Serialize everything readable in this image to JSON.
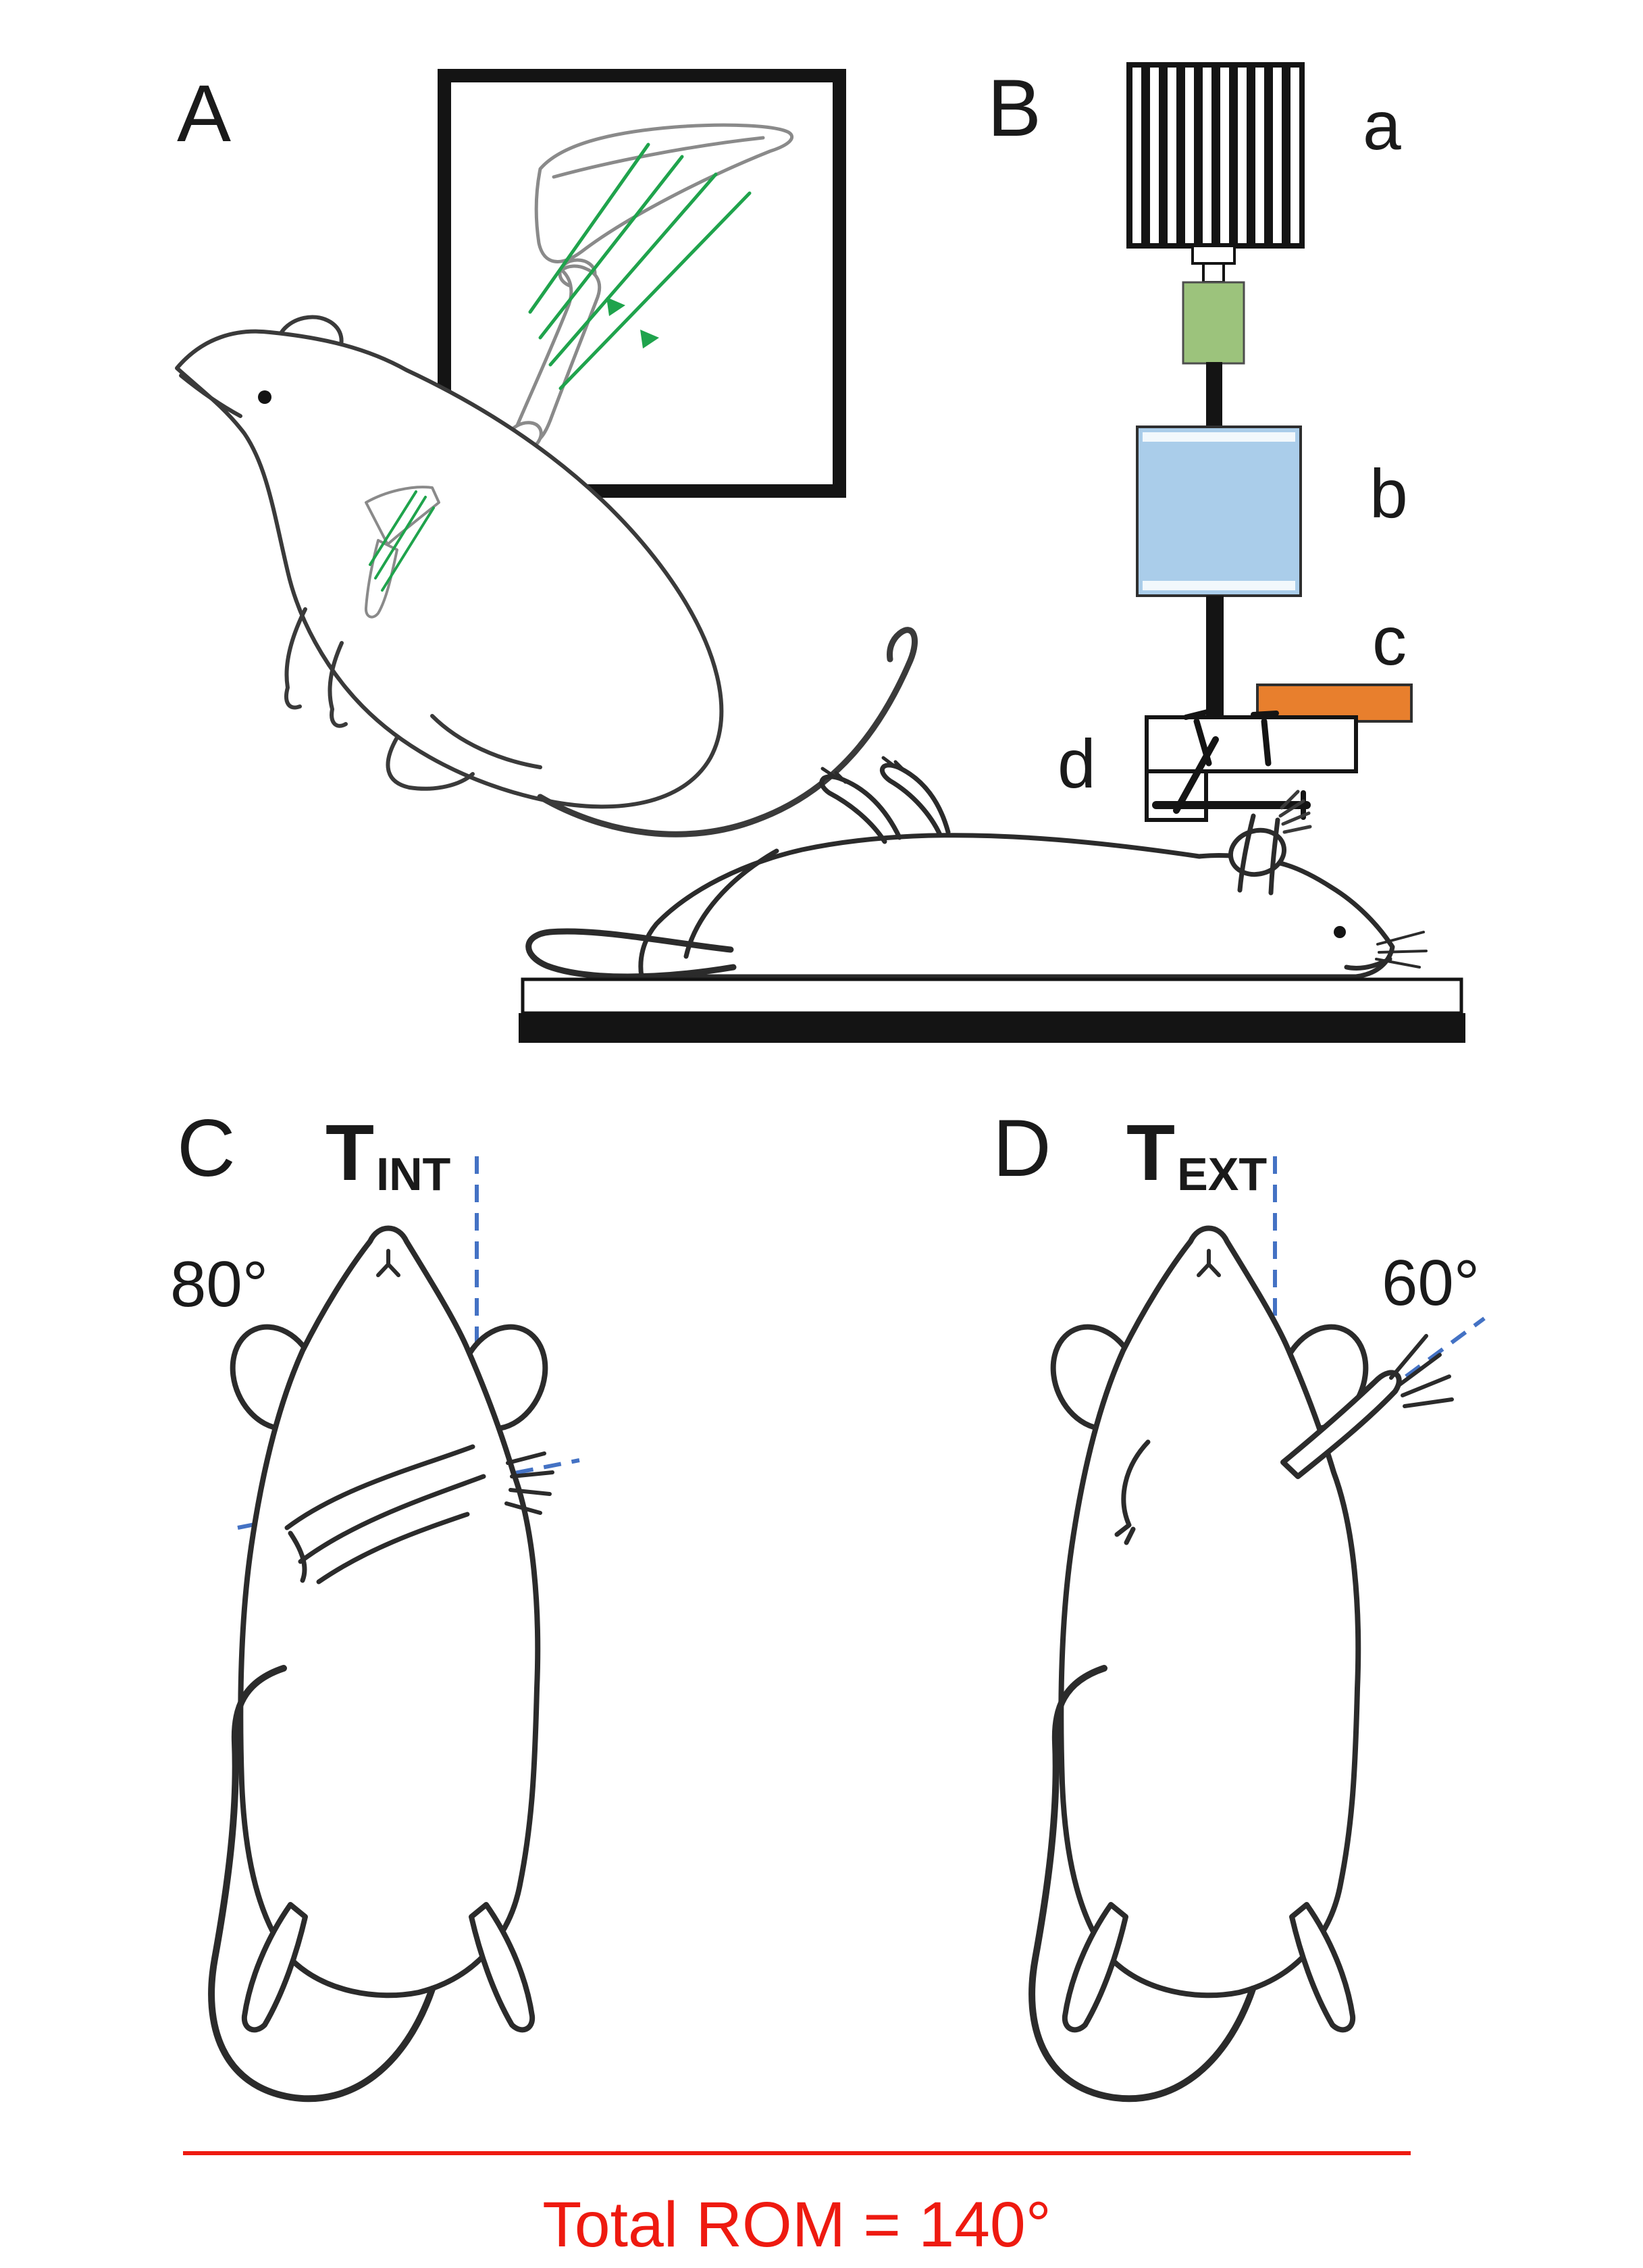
{
  "panel_a": {
    "label": "A"
  },
  "panel_b": {
    "label": "B",
    "motor_label": "a",
    "actuator_label": "b",
    "platform_label": "c",
    "clamp_label": "d"
  },
  "panel_c": {
    "label": "C",
    "torque_symbol": "T",
    "torque_subscript": "INT",
    "angle": "80°"
  },
  "panel_d": {
    "label": "D",
    "torque_symbol": "T",
    "torque_subscript": "EXT",
    "angle": "60°"
  },
  "footer": {
    "total_rom": "Total ROM = 140°"
  },
  "colors": {
    "muscle_fiber_green": "#1fa34c",
    "coupler_green": "#9cc37c",
    "actuator_blue": "#aacdea",
    "platform_orange": "#e87f2d",
    "axis_dashed_blue": "#4472c4",
    "rom_red": "#ee1a10",
    "ink": "#2e2e2e",
    "bone_gray": "#8a8a8a"
  }
}
